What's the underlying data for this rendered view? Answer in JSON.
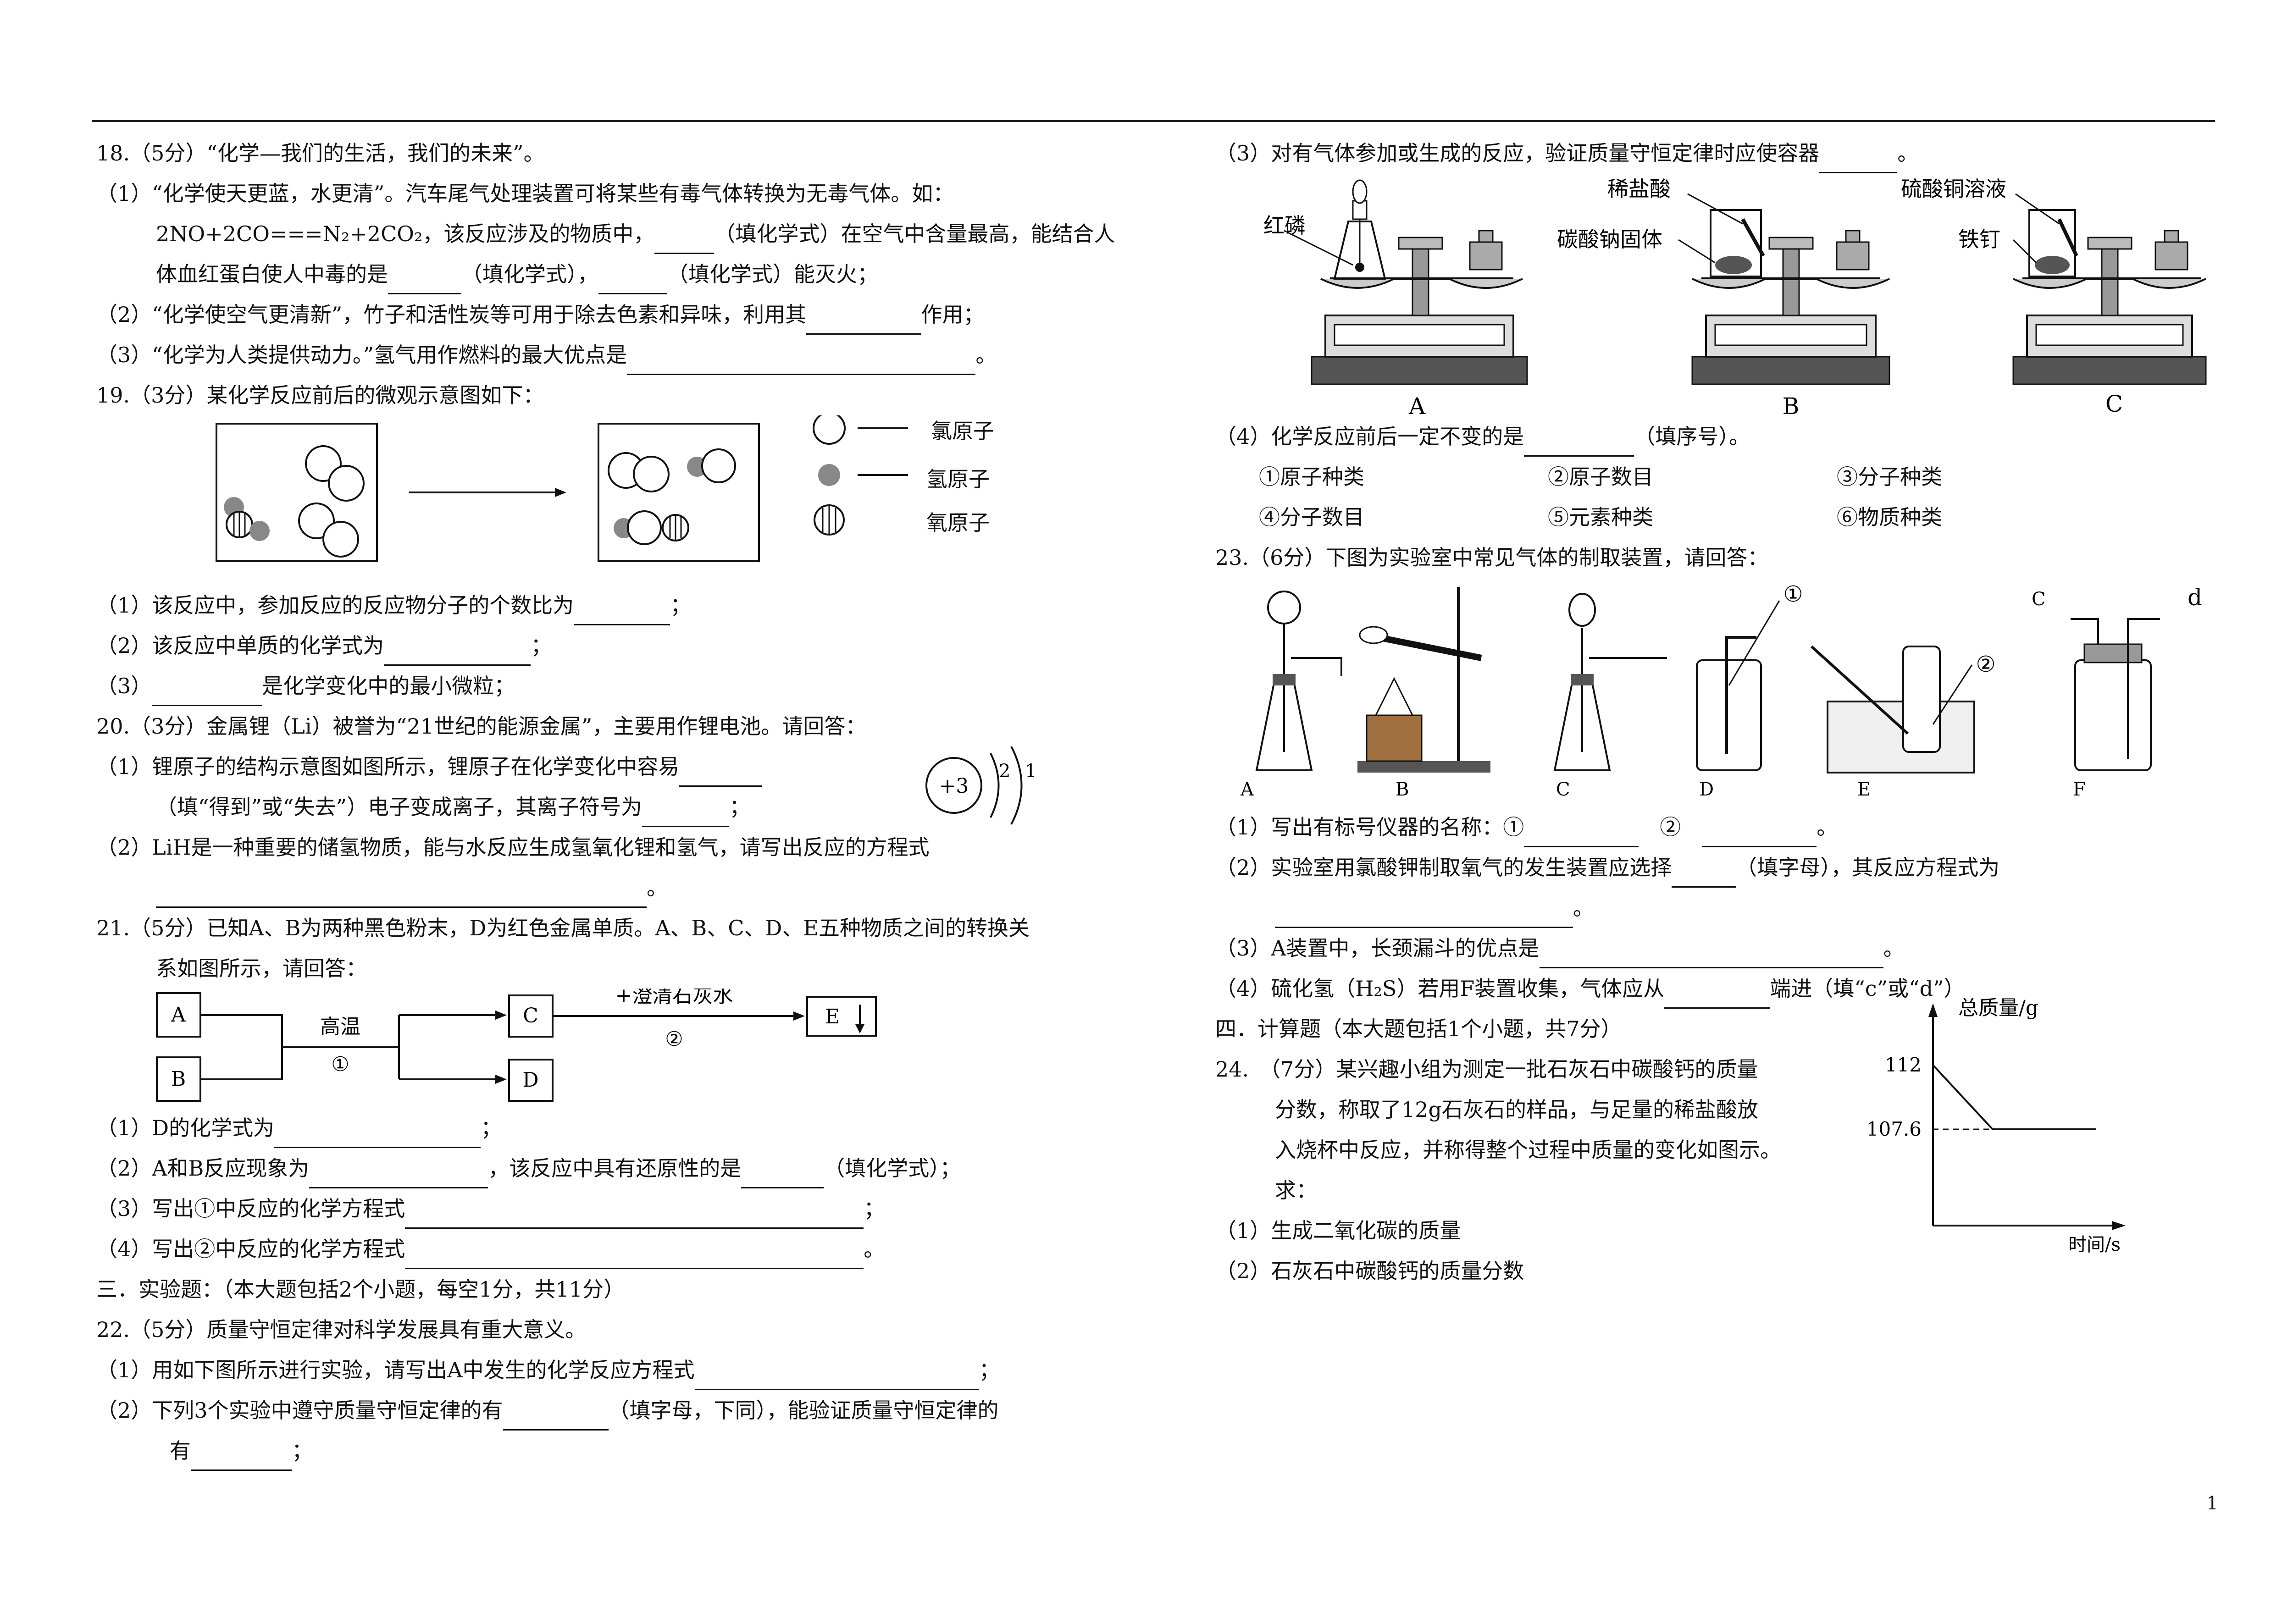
{
  "q18": {
    "title": "18.（5分）“化学—我们的生活，我们的未来”。",
    "p1a": "（1）“化学使天更蓝，水更清”。汽车尾气处理装置可将某些有毒气体转换为无毒气体。如：",
    "p1b": "2NO+2CO===N₂+2CO₂，该反应涉及的物质中，",
    "p1c": "（填化学式）在空气中含量最高，能结合人",
    "p1d": "体血红蛋白使人中毒的是",
    "p1e": "（填化学式），",
    "p1f": "（填化学式）能灭火；",
    "p2": "（2）“化学使空气更清新”，竹子和活性炭等可用于除去色素和异味，利用其",
    "p2b": "作用；",
    "p3": "（3）“化学为人类提供动力。”氢气用作燃料的最大优点是",
    "p3b": "。"
  },
  "q19": {
    "title": "19.（3分）某化学反应前后的微观示意图如下：",
    "legend": [
      "氯原子",
      "氢原子",
      "氧原子"
    ],
    "p1": "（1）该反应中，参加反应的反应物分子的个数比为",
    "p1b": "；",
    "p2": "（2）该反应中单质的化学式为",
    "p2b": "；",
    "p3b": "是化学变化中的最小微粒；",
    "p3": "（3）"
  },
  "q20": {
    "title": "20.（3分）金属锂（Li）被誉为“21世纪的能源金属”，主要用作锂电池。请回答：",
    "p1": "（1）锂原子的结构示意图如图所示，锂原子在化学变化中容易",
    "p1b": "（填“得到”或“失去”）电子变成离子，其离子符号为",
    "p1c": "；",
    "p2": "（2）LiH是一种重要的储氢物质，能与水反应生成氢氧化锂和氢气，请写出反应的方程式",
    "p2b": "。",
    "atom": {
      "nucleus": "+3",
      "shell1": "2",
      "shell2": "1"
    }
  },
  "q21": {
    "title": "21.（5分）已知A、B为两种黑色粉末，D为红色金属单质。A、B、C、D、E五种物质之间的转换关",
    "title2": "系如图所示，请回答：",
    "diagram": {
      "A": "A",
      "B": "B",
      "C": "C",
      "D": "D",
      "E": "E",
      "cond1": "高温",
      "step1": "①",
      "cond2": "+澄清石灰水",
      "step2": "②"
    },
    "p1": "（1）D的化学式为",
    "p1b": "；",
    "p2": "（2）A和B反应现象为",
    "p2b": "，该反应中具有还原性的是",
    "p2c": "（填化学式）；",
    "p3": "（3）写出①中反应的化学方程式",
    "p3b": "；",
    "p4": "（4）写出②中反应的化学方程式",
    "p4b": "。"
  },
  "sec3": "三．实验题：（本大题包括2个小题，每空1分，共11分）",
  "q22": {
    "title": "22.（5分）质量守恒定律对科学发展具有重大意义。",
    "p1": "（1）用如下图所示进行实验，请写出A中发生的化学反应方程式",
    "p1b": "；",
    "p2": "（2）下列3个实验中遵守质量守恒定律的有",
    "p2b": "（填字母，下同），能验证质量守恒定律的",
    "p2c": "有",
    "p2d": "；",
    "p3": "（3）对有气体参加或生成的反应，验证质量守恒定律时应使容器",
    "p3b": "。",
    "fig": {
      "A": "A",
      "B": "B",
      "C": "C",
      "hongling": "红磷",
      "xiyansuan": "稀盐酸",
      "tansuanna": "碳酸钠固体",
      "liusuantong": "硫酸铜溶液",
      "tieding": "铁钉"
    },
    "p4": "（4）化学反应前后一定不变的是",
    "p4b": "（填序号）。",
    "opts": [
      "①原子种类",
      "②原子数目",
      "③分子种类",
      "④分子数目",
      "⑤元素种类",
      "⑥物质种类"
    ]
  },
  "q23": {
    "title": "23.（6分）下图为实验室中常见气体的制取装置，请回答：",
    "labels": [
      "A",
      "B",
      "C",
      "D",
      "E",
      "F"
    ],
    "mark1": "①",
    "mark2": "②",
    "c": "C",
    "d": "d",
    "p1": "（1）写出有标号仪器的名称：①",
    "p1b": "②",
    "p1c": "。",
    "p2": "（2）实验室用氯酸钾制取氧气的发生装置应选择",
    "p2b": "（填字母），其反应方程式为",
    "p2c": "。",
    "p3": "（3）A装置中，长颈漏斗的优点是",
    "p3b": "。",
    "p4": "（4）硫化氢（H₂S）若用F装置收集，气体应从",
    "p4b": "端进（填“c”或“d”）"
  },
  "sec4": "四．计算题（本大题包括1个小题，共7分）",
  "q24": {
    "l1": "24.　（7分）某兴趣小组为测定一批石灰石中碳酸钙的质量",
    "l2": "分数，称取了12g石灰石的样品，与足量的稀盐酸放",
    "l3": "入烧杯中反应，并称得整个过程中质量的变化如图示。",
    "l4": "求：",
    "p1": "（1）生成二氧化碳的质量",
    "p2": "（2）石灰石中碳酸钙的质量分数"
  },
  "chart_data": {
    "type": "line",
    "ylabel": "总质量/g",
    "xlabel": "时间/s",
    "y_ticks": [
      112,
      107.6
    ],
    "series": [
      {
        "values": [
          112,
          107.6,
          107.6
        ]
      }
    ]
  },
  "page_number": "1"
}
